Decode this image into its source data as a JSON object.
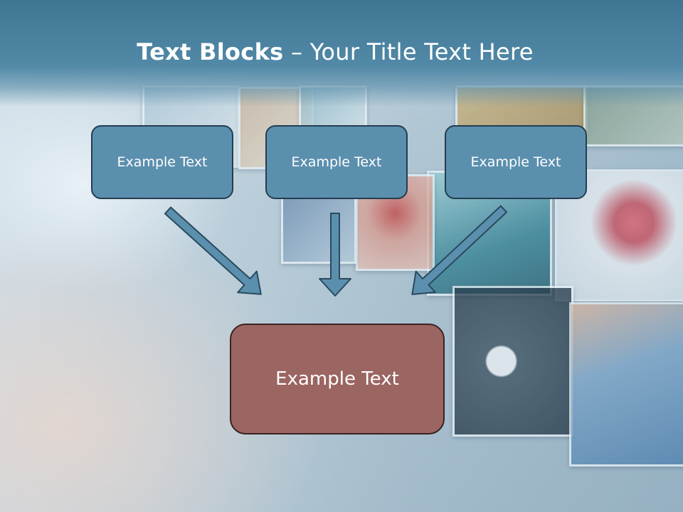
{
  "title": {
    "bold": "Text Blocks",
    "rest": " – Your Title Text Here"
  },
  "boxes": [
    "Example Text",
    "Example Text",
    "Example Text"
  ],
  "center_box": "Example Text",
  "colors": {
    "box_fill": "#5b8fae",
    "center_fill": "#9b6562",
    "title_band": "#4a82a1"
  }
}
